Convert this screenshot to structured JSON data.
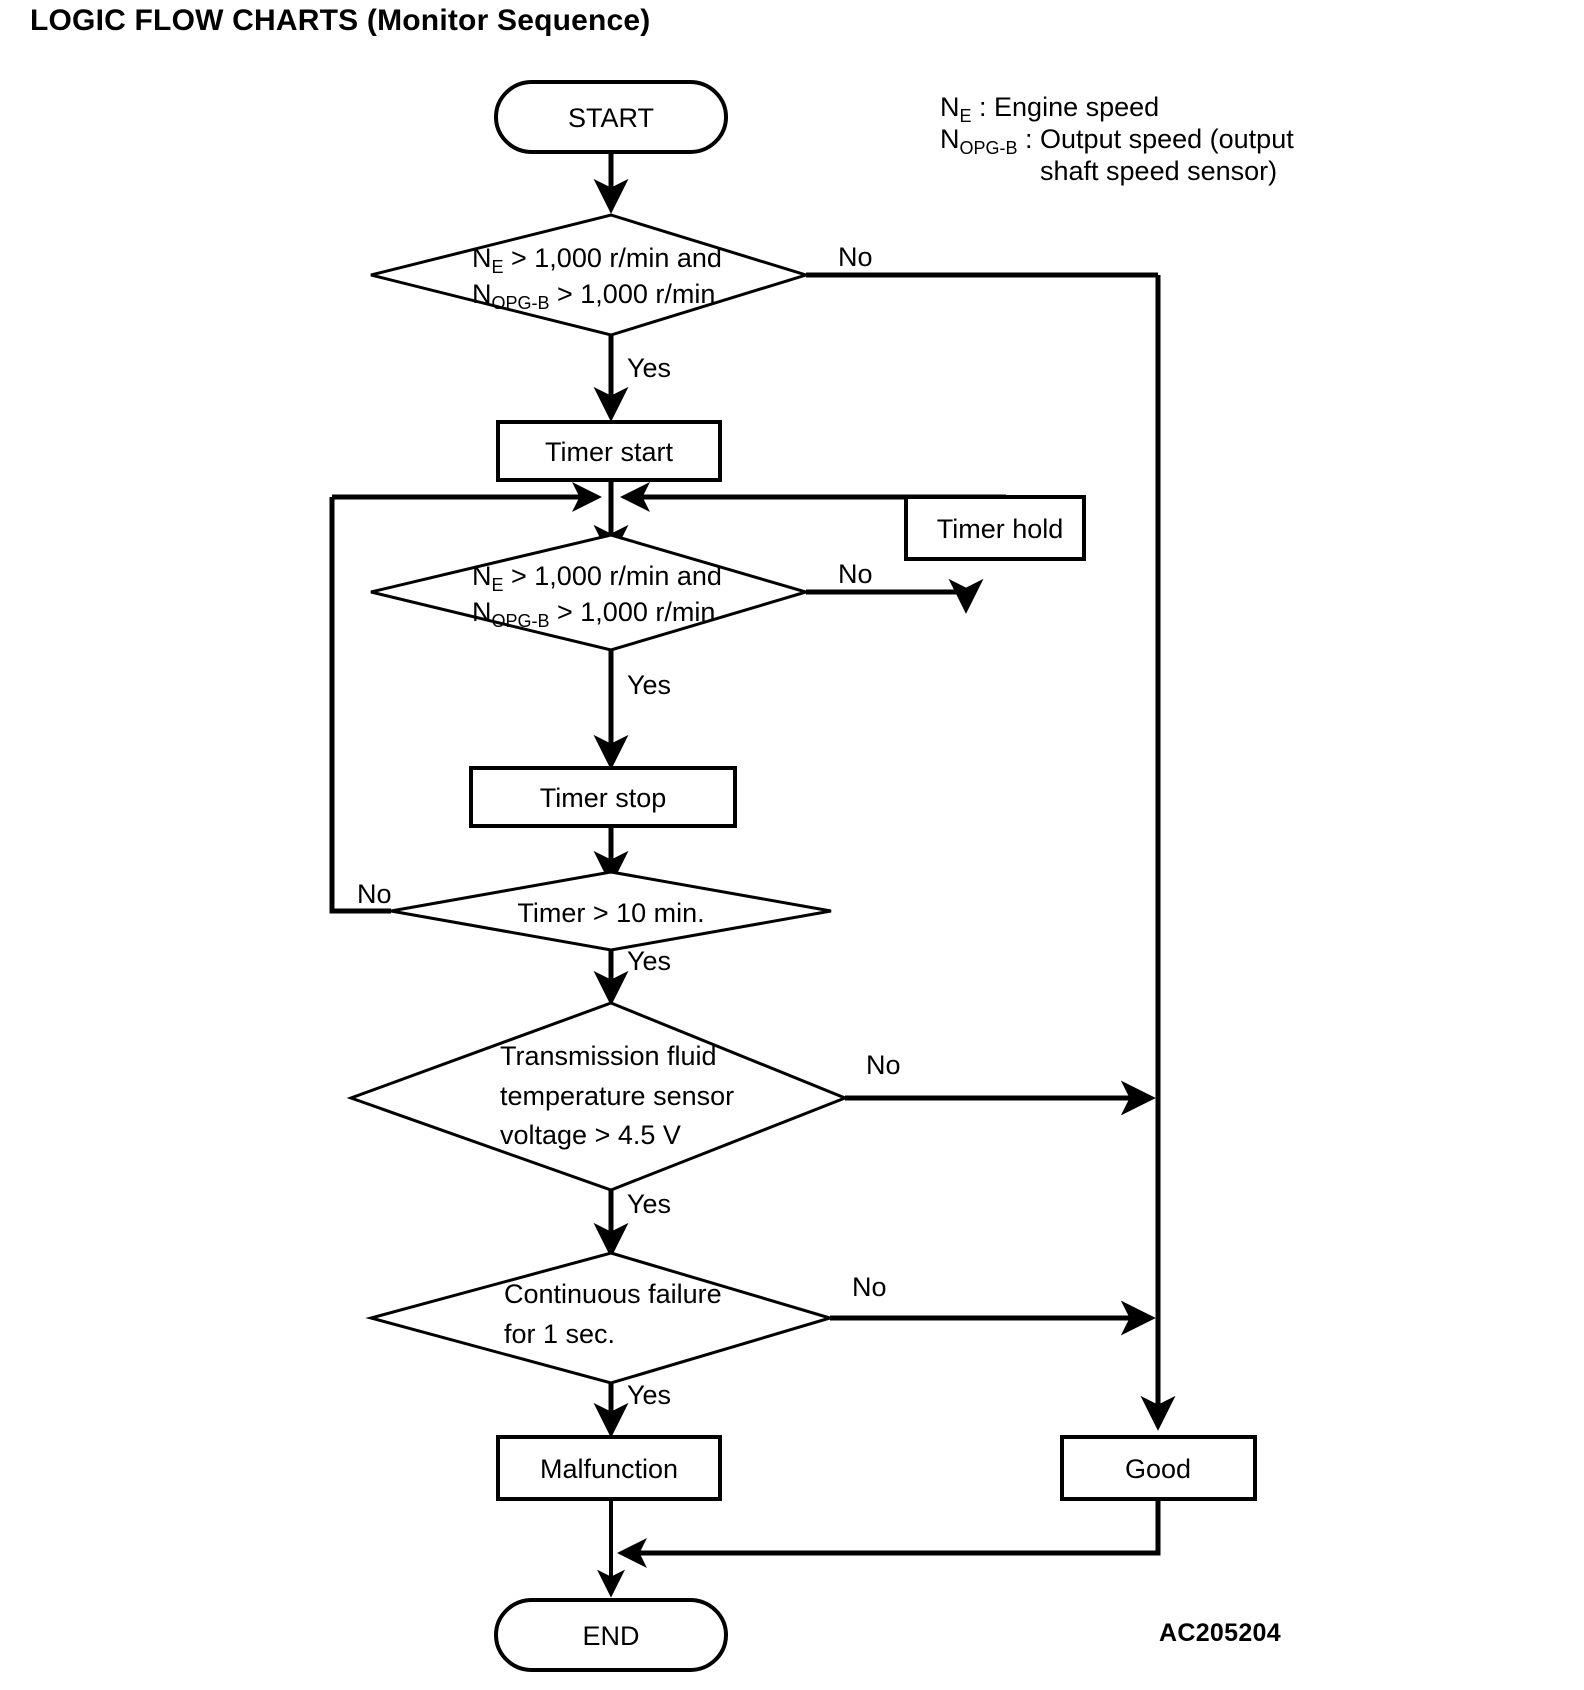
{
  "page": {
    "title": "LOGIC FLOW CHARTS (Monitor Sequence)",
    "figure_code": "AC205204"
  },
  "legend": {
    "items": [
      {
        "symbol": "N",
        "subscript": "E",
        "separator": " : ",
        "definition": "Engine speed"
      },
      {
        "symbol": "N",
        "subscript": "OPG-B",
        "separator": " : ",
        "definition": "Output speed (output",
        "definition_line2": "shaft speed sensor)"
      }
    ]
  },
  "flowchart": {
    "type": "flowchart",
    "nodes": [
      {
        "id": "start",
        "shape": "terminator",
        "label": "START"
      },
      {
        "id": "cond1",
        "shape": "decision",
        "line1_pre": "N",
        "line1_sub": "E",
        "line1_post": " > 1,000 r/min and",
        "line2_pre": "N",
        "line2_sub": "OPG-B",
        "line2_post": " > 1,000 r/min"
      },
      {
        "id": "timer_start",
        "shape": "process",
        "label": "Timer start"
      },
      {
        "id": "cond2",
        "shape": "decision",
        "line1_pre": "N",
        "line1_sub": "E",
        "line1_post": " > 1,000 r/min and",
        "line2_pre": "N",
        "line2_sub": "OPG-B",
        "line2_post": " > 1,000 r/min"
      },
      {
        "id": "timer_hold",
        "shape": "process",
        "label": "Timer hold"
      },
      {
        "id": "timer_stop",
        "shape": "process",
        "label": "Timer stop"
      },
      {
        "id": "cond3",
        "shape": "decision",
        "label": "Timer > 10 min."
      },
      {
        "id": "cond4",
        "shape": "decision",
        "label_line1": "Transmission fluid",
        "label_line2": "temperature sensor",
        "label_line3": "voltage > 4.5 V"
      },
      {
        "id": "cond5",
        "shape": "decision",
        "label_line1": "Continuous failure",
        "label_line2": "for 1 sec."
      },
      {
        "id": "malfunction",
        "shape": "process",
        "label": "Malfunction"
      },
      {
        "id": "good",
        "shape": "process",
        "label": "Good"
      },
      {
        "id": "end",
        "shape": "terminator",
        "label": "END"
      }
    ],
    "branch_labels": {
      "cond1_no": "No",
      "cond1_yes": "Yes",
      "cond2_no": "No",
      "cond2_yes": "Yes",
      "cond3_no": "No",
      "cond3_yes": "Yes",
      "cond4_no": "No",
      "cond4_yes": "Yes",
      "cond5_no": "No",
      "cond5_yes": "Yes"
    },
    "colors": {
      "stroke": "#000000",
      "fill": "#ffffff",
      "text": "#000000"
    }
  }
}
